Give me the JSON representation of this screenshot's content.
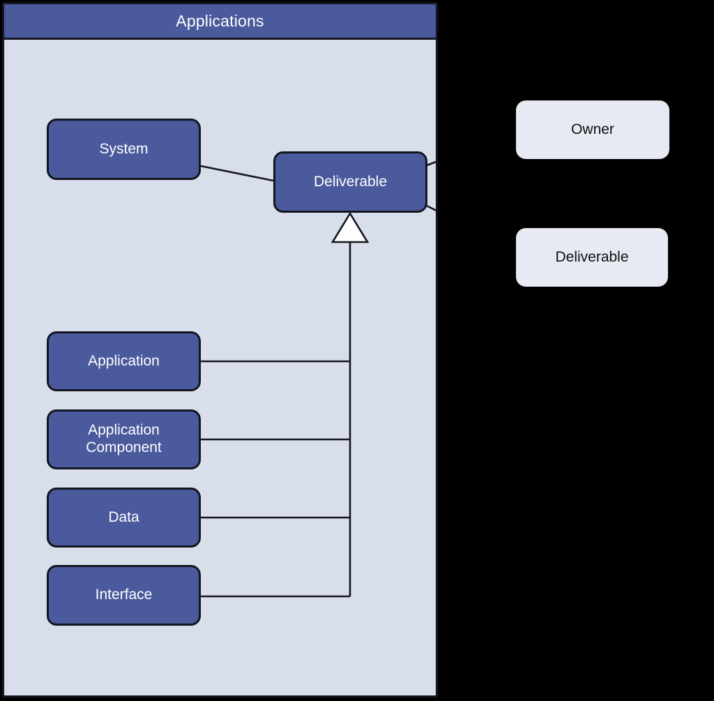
{
  "diagram": {
    "title": "Applications",
    "type": "uml-class-grouping",
    "background_color": "#000000"
  },
  "panel": {
    "header_label": "Applications",
    "header_color": "#4A5A9C",
    "body_color": "#D9DEEB",
    "border_color": "#141622"
  },
  "nodes": {
    "system": {
      "label": "System",
      "fill": "#4A5A9C",
      "text_color": "#FFFFFF"
    },
    "deliverable_main": {
      "label": "Deliverable",
      "fill": "#4A5A9C",
      "text_color": "#FFFFFF"
    },
    "application": {
      "label": "Application",
      "fill": "#4A5A9C",
      "text_color": "#FFFFFF"
    },
    "application_component": {
      "label": "Application\nComponent",
      "line1": "Application",
      "line2": "Component",
      "fill": "#4A5A9C",
      "text_color": "#FFFFFF"
    },
    "data": {
      "label": "Data",
      "fill": "#4A5A9C",
      "text_color": "#FFFFFF"
    },
    "interface": {
      "label": "Interface",
      "fill": "#4A5A9C",
      "text_color": "#FFFFFF"
    },
    "owner": {
      "label": "Owner",
      "fill": "#E7EAF2",
      "text_color": "#101010"
    },
    "deliverable_external": {
      "label": "Deliverable",
      "fill": "#E7EAF2",
      "text_color": "#101010"
    }
  },
  "edges": [
    {
      "name": "system-to-deliverable",
      "from": "system",
      "to": "deliverable_main",
      "style": "association"
    },
    {
      "name": "deliverable-to-right-upper",
      "from": "deliverable_main",
      "to": "panel-edge",
      "style": "association"
    },
    {
      "name": "deliverable-to-right-lower",
      "from": "deliverable_main",
      "to": "panel-edge",
      "style": "association"
    },
    {
      "name": "generalization-to-deliverable",
      "from": "subtype-trunk",
      "to": "deliverable_main",
      "style": "generalization"
    },
    {
      "name": "application-to-trunk",
      "from": "application",
      "to": "subtype-trunk",
      "style": "generalization-branch"
    },
    {
      "name": "application-component-to-trunk",
      "from": "application_component",
      "to": "subtype-trunk",
      "style": "generalization-branch"
    },
    {
      "name": "data-to-trunk",
      "from": "data",
      "to": "subtype-trunk",
      "style": "generalization-branch"
    },
    {
      "name": "interface-to-trunk",
      "from": "interface",
      "to": "subtype-trunk",
      "style": "generalization-branch"
    }
  ]
}
